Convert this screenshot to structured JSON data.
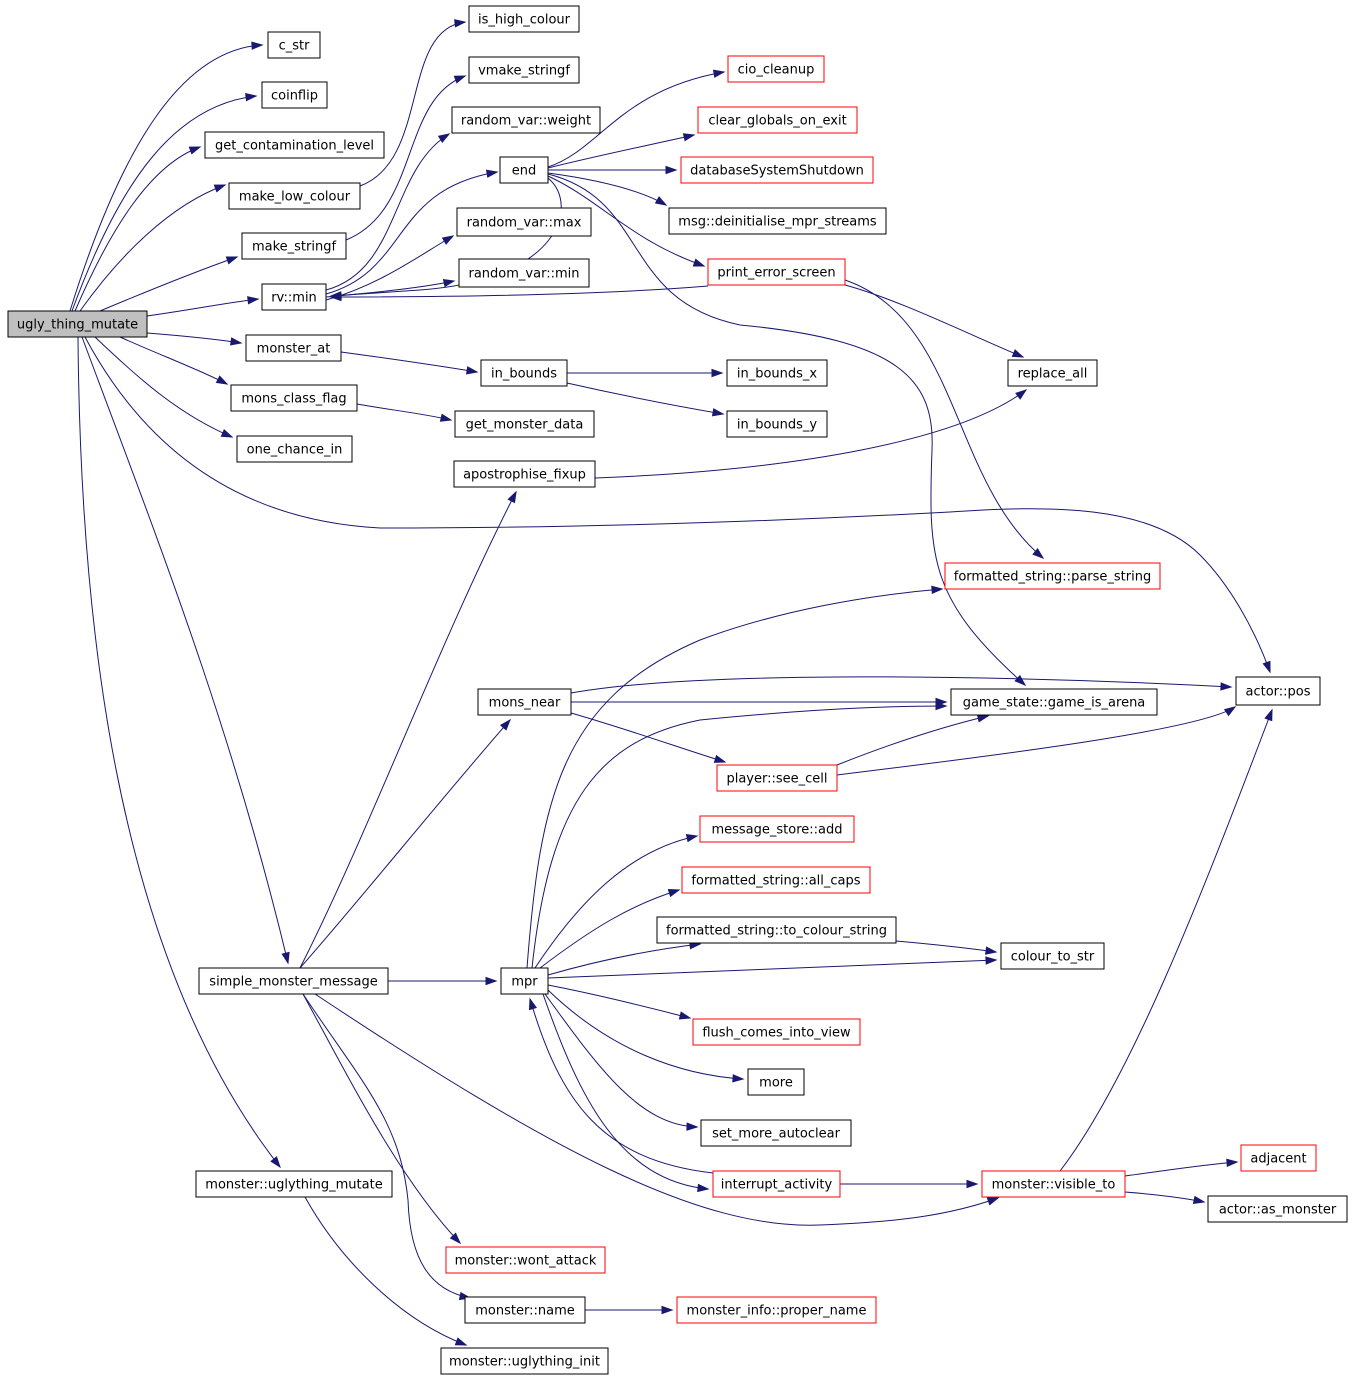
{
  "diagram": {
    "type": "call-graph",
    "colors": {
      "edge": "#191970",
      "root_fill": "#bfbfbf",
      "external_border": "#ff0000",
      "node_border": "#000000"
    },
    "nodes": [
      {
        "id": "ugly_thing_mutate",
        "label": "ugly_thing_mutate",
        "style": "root"
      },
      {
        "id": "c_str",
        "label": "c_str",
        "style": "normal"
      },
      {
        "id": "coinflip",
        "label": "coinflip",
        "style": "normal"
      },
      {
        "id": "get_contamination_level",
        "label": "get_contamination_level",
        "style": "normal"
      },
      {
        "id": "make_low_colour",
        "label": "make_low_colour",
        "style": "normal"
      },
      {
        "id": "make_stringf",
        "label": "make_stringf",
        "style": "normal"
      },
      {
        "id": "rv_min",
        "label": "rv::min",
        "style": "normal"
      },
      {
        "id": "monster_at",
        "label": "monster_at",
        "style": "normal"
      },
      {
        "id": "mons_class_flag",
        "label": "mons_class_flag",
        "style": "normal"
      },
      {
        "id": "one_chance_in",
        "label": "one_chance_in",
        "style": "normal"
      },
      {
        "id": "is_high_colour",
        "label": "is_high_colour",
        "style": "normal"
      },
      {
        "id": "vmake_stringf",
        "label": "vmake_stringf",
        "style": "normal"
      },
      {
        "id": "random_var_weight",
        "label": "random_var::weight",
        "style": "normal"
      },
      {
        "id": "end",
        "label": "end",
        "style": "normal"
      },
      {
        "id": "random_var_max",
        "label": "random_var::max",
        "style": "normal"
      },
      {
        "id": "random_var_min",
        "label": "random_var::min",
        "style": "normal"
      },
      {
        "id": "in_bounds",
        "label": "in_bounds",
        "style": "normal"
      },
      {
        "id": "get_monster_data",
        "label": "get_monster_data",
        "style": "normal"
      },
      {
        "id": "apostrophise_fixup",
        "label": "apostrophise_fixup",
        "style": "normal"
      },
      {
        "id": "cio_cleanup",
        "label": "cio_cleanup",
        "style": "external"
      },
      {
        "id": "clear_globals_on_exit",
        "label": "clear_globals_on_exit",
        "style": "external"
      },
      {
        "id": "databaseSystemShutdown",
        "label": "databaseSystemShutdown",
        "style": "external"
      },
      {
        "id": "msg_deinitialise",
        "label": "msg::deinitialise_mpr_streams",
        "style": "normal"
      },
      {
        "id": "print_error_screen",
        "label": "print_error_screen",
        "style": "external"
      },
      {
        "id": "in_bounds_x",
        "label": "in_bounds_x",
        "style": "normal"
      },
      {
        "id": "in_bounds_y",
        "label": "in_bounds_y",
        "style": "normal"
      },
      {
        "id": "replace_all",
        "label": "replace_all",
        "style": "normal"
      },
      {
        "id": "parse_string",
        "label": "formatted_string::parse_string",
        "style": "external"
      },
      {
        "id": "actor_pos",
        "label": "actor::pos",
        "style": "normal"
      },
      {
        "id": "mons_near",
        "label": "mons_near",
        "style": "normal"
      },
      {
        "id": "game_is_arena",
        "label": "game_state::game_is_arena",
        "style": "normal"
      },
      {
        "id": "player_see_cell",
        "label": "player::see_cell",
        "style": "external"
      },
      {
        "id": "message_store_add",
        "label": "message_store::add",
        "style": "external"
      },
      {
        "id": "all_caps",
        "label": "formatted_string::all_caps",
        "style": "external"
      },
      {
        "id": "to_colour_string",
        "label": "formatted_string::to_colour_string",
        "style": "normal"
      },
      {
        "id": "colour_to_str",
        "label": "colour_to_str",
        "style": "normal"
      },
      {
        "id": "simple_monster_message",
        "label": "simple_monster_message",
        "style": "normal"
      },
      {
        "id": "mpr",
        "label": "mpr",
        "style": "normal"
      },
      {
        "id": "flush_comes_into_view",
        "label": "flush_comes_into_view",
        "style": "external"
      },
      {
        "id": "more",
        "label": "more",
        "style": "normal"
      },
      {
        "id": "set_more_autoclear",
        "label": "set_more_autoclear",
        "style": "normal"
      },
      {
        "id": "interrupt_activity",
        "label": "interrupt_activity",
        "style": "external"
      },
      {
        "id": "visible_to",
        "label": "monster::visible_to",
        "style": "external"
      },
      {
        "id": "adjacent",
        "label": "adjacent",
        "style": "external"
      },
      {
        "id": "as_monster",
        "label": "actor::as_monster",
        "style": "normal"
      },
      {
        "id": "uglything_mutate",
        "label": "monster::uglything_mutate",
        "style": "normal"
      },
      {
        "id": "wont_attack",
        "label": "monster::wont_attack",
        "style": "external"
      },
      {
        "id": "monster_name",
        "label": "monster::name",
        "style": "normal"
      },
      {
        "id": "proper_name",
        "label": "monster_info::proper_name",
        "style": "external"
      },
      {
        "id": "uglything_init",
        "label": "monster::uglything_init",
        "style": "normal"
      }
    ],
    "edges": [
      {
        "from": "ugly_thing_mutate",
        "to": "c_str"
      },
      {
        "from": "ugly_thing_mutate",
        "to": "coinflip"
      },
      {
        "from": "ugly_thing_mutate",
        "to": "get_contamination_level"
      },
      {
        "from": "ugly_thing_mutate",
        "to": "make_low_colour"
      },
      {
        "from": "ugly_thing_mutate",
        "to": "make_stringf"
      },
      {
        "from": "ugly_thing_mutate",
        "to": "rv_min"
      },
      {
        "from": "ugly_thing_mutate",
        "to": "monster_at"
      },
      {
        "from": "ugly_thing_mutate",
        "to": "mons_class_flag"
      },
      {
        "from": "ugly_thing_mutate",
        "to": "one_chance_in"
      },
      {
        "from": "ugly_thing_mutate",
        "to": "actor_pos"
      },
      {
        "from": "ugly_thing_mutate",
        "to": "simple_monster_message"
      },
      {
        "from": "ugly_thing_mutate",
        "to": "uglything_mutate"
      },
      {
        "from": "make_low_colour",
        "to": "is_high_colour"
      },
      {
        "from": "make_stringf",
        "to": "vmake_stringf"
      },
      {
        "from": "rv_min",
        "to": "random_var_weight"
      },
      {
        "from": "rv_min",
        "to": "end"
      },
      {
        "from": "rv_min",
        "to": "random_var_max"
      },
      {
        "from": "rv_min",
        "to": "random_var_min"
      },
      {
        "from": "end",
        "to": "rv_min"
      },
      {
        "from": "end",
        "to": "cio_cleanup"
      },
      {
        "from": "end",
        "to": "clear_globals_on_exit"
      },
      {
        "from": "end",
        "to": "databaseSystemShutdown"
      },
      {
        "from": "end",
        "to": "msg_deinitialise"
      },
      {
        "from": "end",
        "to": "print_error_screen"
      },
      {
        "from": "end",
        "to": "game_is_arena"
      },
      {
        "from": "print_error_screen",
        "to": "rv_min"
      },
      {
        "from": "print_error_screen",
        "to": "replace_all"
      },
      {
        "from": "print_error_screen",
        "to": "parse_string"
      },
      {
        "from": "monster_at",
        "to": "in_bounds"
      },
      {
        "from": "in_bounds",
        "to": "in_bounds_x"
      },
      {
        "from": "in_bounds",
        "to": "in_bounds_y"
      },
      {
        "from": "mons_class_flag",
        "to": "get_monster_data"
      },
      {
        "from": "apostrophise_fixup",
        "to": "replace_all"
      },
      {
        "from": "mons_near",
        "to": "actor_pos"
      },
      {
        "from": "mons_near",
        "to": "game_is_arena"
      },
      {
        "from": "mons_near",
        "to": "player_see_cell"
      },
      {
        "from": "player_see_cell",
        "to": "game_is_arena"
      },
      {
        "from": "player_see_cell",
        "to": "actor_pos"
      },
      {
        "from": "simple_monster_message",
        "to": "apostrophise_fixup"
      },
      {
        "from": "simple_monster_message",
        "to": "mons_near"
      },
      {
        "from": "simple_monster_message",
        "to": "mpr"
      },
      {
        "from": "simple_monster_message",
        "to": "visible_to"
      },
      {
        "from": "simple_monster_message",
        "to": "wont_attack"
      },
      {
        "from": "simple_monster_message",
        "to": "monster_name"
      },
      {
        "from": "mpr",
        "to": "parse_string"
      },
      {
        "from": "mpr",
        "to": "game_is_arena"
      },
      {
        "from": "mpr",
        "to": "message_store_add"
      },
      {
        "from": "mpr",
        "to": "all_caps"
      },
      {
        "from": "mpr",
        "to": "to_colour_string"
      },
      {
        "from": "mpr",
        "to": "colour_to_str"
      },
      {
        "from": "mpr",
        "to": "flush_comes_into_view"
      },
      {
        "from": "mpr",
        "to": "more"
      },
      {
        "from": "mpr",
        "to": "set_more_autoclear"
      },
      {
        "from": "mpr",
        "to": "interrupt_activity"
      },
      {
        "from": "to_colour_string",
        "to": "colour_to_str"
      },
      {
        "from": "interrupt_activity",
        "to": "mpr"
      },
      {
        "from": "interrupt_activity",
        "to": "visible_to"
      },
      {
        "from": "visible_to",
        "to": "actor_pos"
      },
      {
        "from": "visible_to",
        "to": "adjacent"
      },
      {
        "from": "visible_to",
        "to": "as_monster"
      },
      {
        "from": "uglything_mutate",
        "to": "uglything_init"
      },
      {
        "from": "monster_name",
        "to": "proper_name"
      }
    ]
  }
}
